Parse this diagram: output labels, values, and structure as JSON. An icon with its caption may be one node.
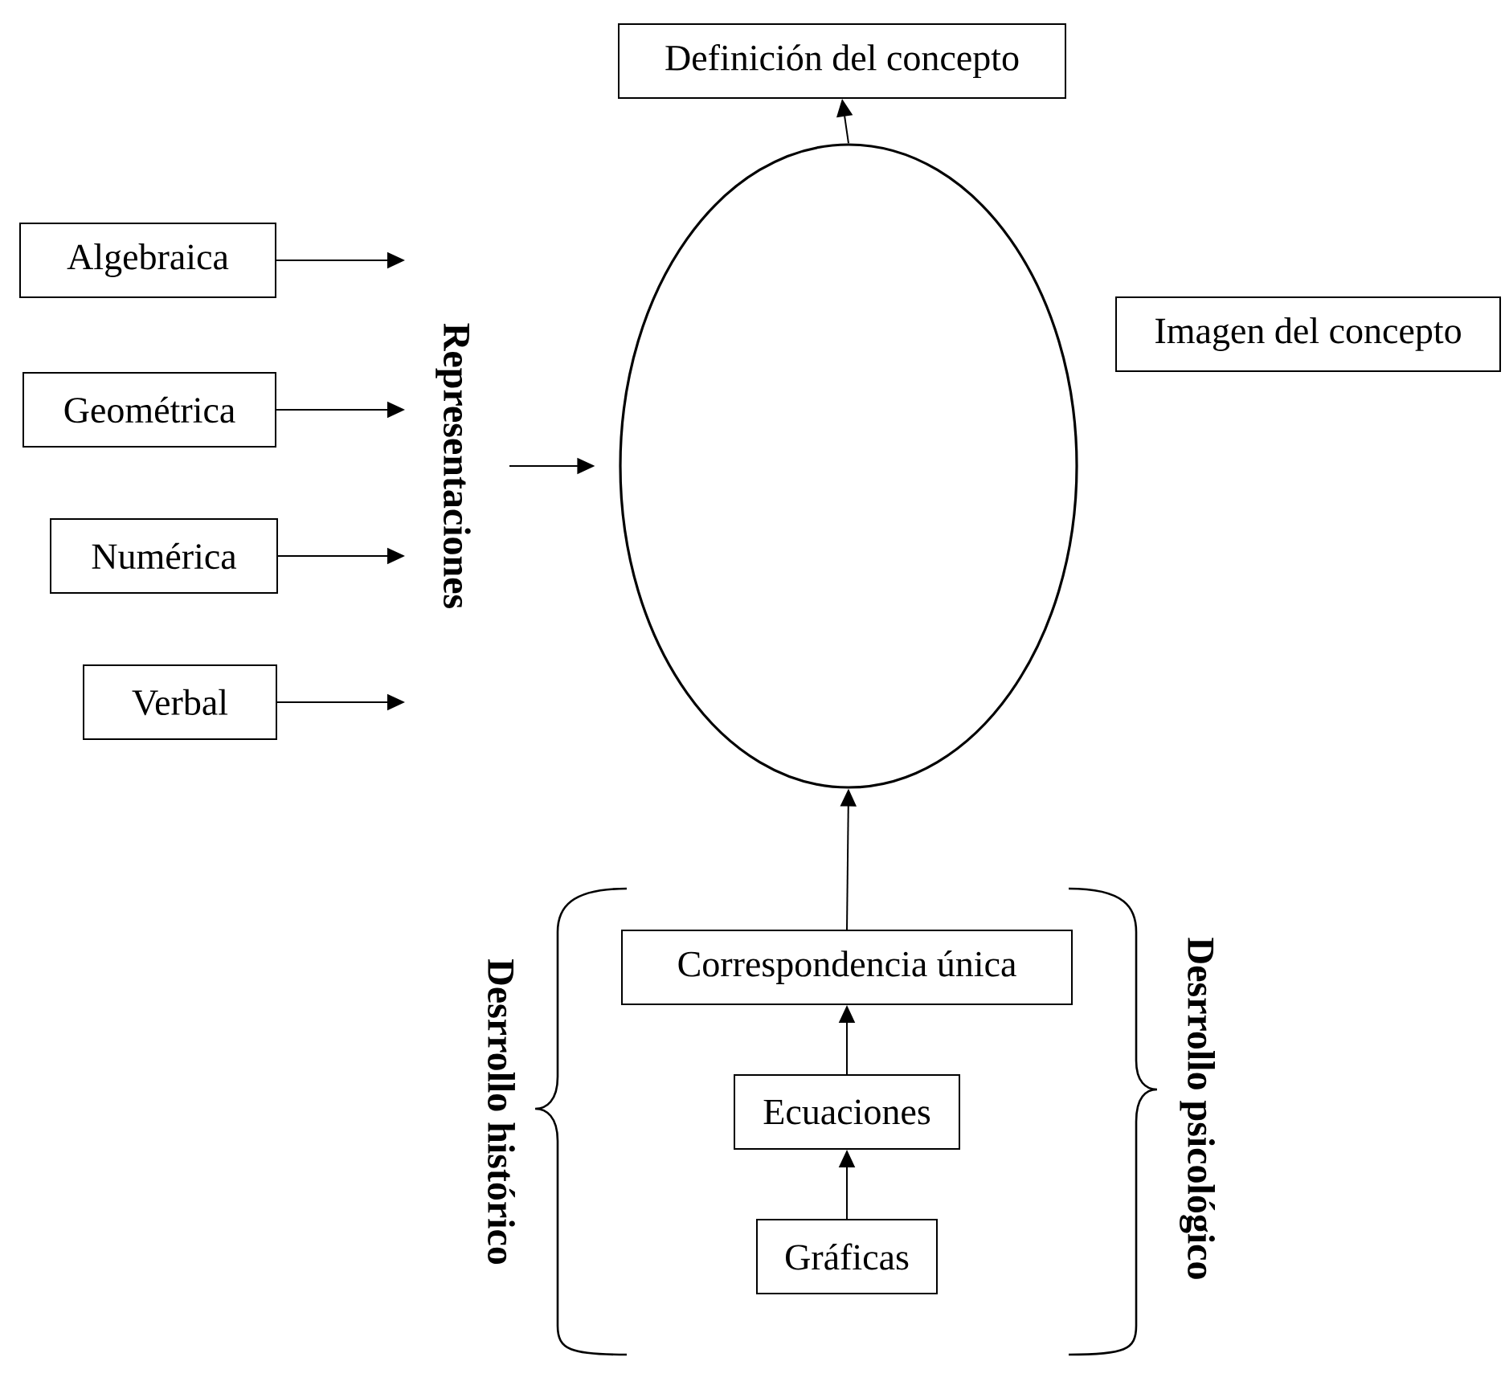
{
  "diagram": {
    "nodes": [
      {
        "text": [
          "Definición del concepto"
        ]
      },
      {
        "text": [],
        "shape": "ellipse"
      },
      {
        "text": [
          "Imagen del concepto"
        ]
      },
      {
        "text": [
          "Algebraica"
        ]
      },
      {
        "text": [
          "Geométrica"
        ]
      },
      {
        "text": [
          "Numérica"
        ]
      },
      {
        "text": [
          "Verbal"
        ]
      },
      {
        "text": [
          "Representaciones"
        ]
      },
      {
        "text": [
          "Correspondencia única"
        ]
      },
      {
        "text": [
          "Ecuaciones"
        ]
      },
      {
        "text": [
          "Gráficas"
        ]
      }
    ],
    "edges": [
      {
        "from": 1,
        "to": 0,
        "arrow": "to"
      },
      {
        "from": 3,
        "to": 7,
        "arrow": "to"
      },
      {
        "from": 4,
        "to": 7,
        "arrow": "to"
      },
      {
        "from": 5,
        "to": 7,
        "arrow": "to"
      },
      {
        "from": 6,
        "to": 7,
        "arrow": "to"
      },
      {
        "from": 7,
        "to": 1,
        "arrow": "to"
      },
      {
        "from": 8,
        "to": 1,
        "arrow": "to"
      },
      {
        "from": 9,
        "to": 8,
        "arrow": "to"
      },
      {
        "from": 10,
        "to": 9,
        "arrow": "to"
      }
    ],
    "labels": [
      "Desrrollo histórico",
      "Desrrollo psicológico"
    ]
  }
}
